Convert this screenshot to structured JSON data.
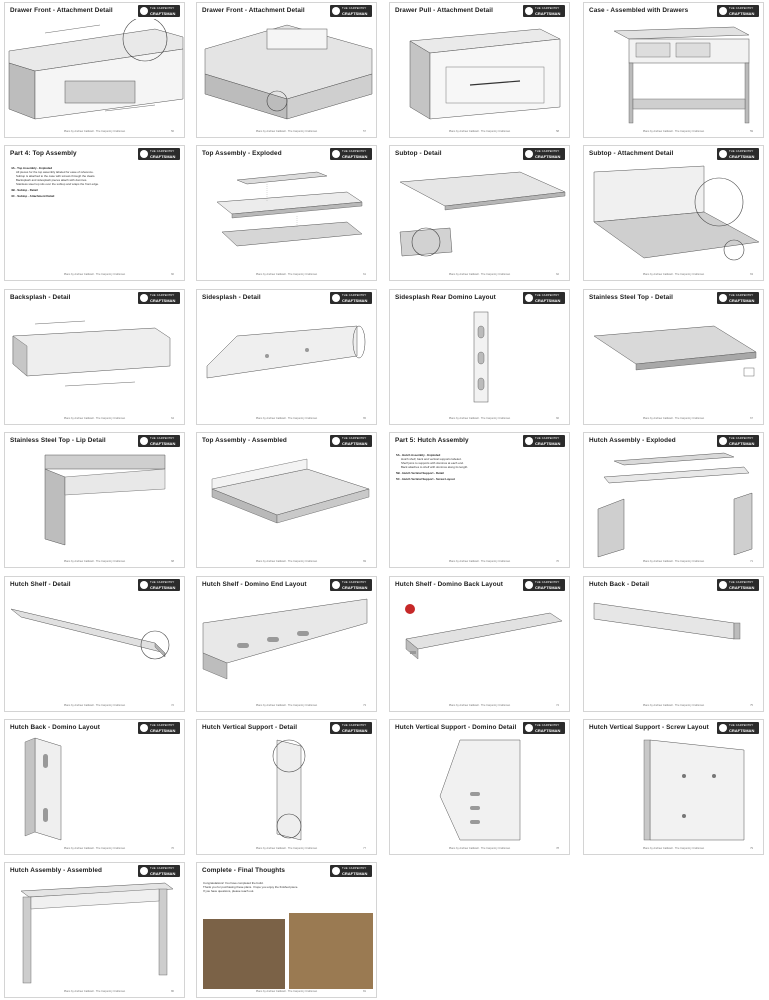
{
  "document": {
    "footer_text": "Plans by Andrew Caldwell · The Carpentry Craftsman",
    "logo": {
      "line1": "THE CARPENTRY",
      "line2": "CRAFTSMAN"
    }
  },
  "pages": [
    {
      "title": "Drawer Front - Attachment Detail",
      "page": "56"
    },
    {
      "title": "Drawer Front - Attachment Detail",
      "page": "57"
    },
    {
      "title": "Drawer Pull - Attachment Detail",
      "page": "58"
    },
    {
      "title": "Case - Assembled with Drawers",
      "page": "59"
    },
    {
      "title": "Part 4: Top Assembly",
      "page": "60"
    },
    {
      "title": "Top Assembly - Exploded",
      "page": "61"
    },
    {
      "title": "Subtop - Detail",
      "page": "62"
    },
    {
      "title": "Subtop - Attachment Detail",
      "page": "63"
    },
    {
      "title": "Backsplash - Detail",
      "page": "64"
    },
    {
      "title": "Sidesplash - Detail",
      "page": "65"
    },
    {
      "title": "Sidesplash Rear Domino Layout",
      "page": "66"
    },
    {
      "title": "Stainless Steel Top - Detail",
      "page": "67"
    },
    {
      "title": "Stainless Steel Top - Lip Detail",
      "page": "68"
    },
    {
      "title": "Top Assembly - Assembled",
      "page": "69"
    },
    {
      "title": "Part 5: Hutch Assembly",
      "page": "70"
    },
    {
      "title": "Hutch Assembly - Exploded",
      "page": "71"
    },
    {
      "title": "Hutch Shelf - Detail",
      "page": "72"
    },
    {
      "title": "Hutch Shelf - Domino End Layout",
      "page": "73"
    },
    {
      "title": "Hutch Shelf - Domino Back Layout",
      "page": "74"
    },
    {
      "title": "Hutch Back - Detail",
      "page": "75"
    },
    {
      "title": "Hutch Back - Domino Layout",
      "page": "76"
    },
    {
      "title": "Hutch Vertical Support - Detail",
      "page": "77"
    },
    {
      "title": "Hutch Vertical Support - Domino Detail",
      "page": "78"
    },
    {
      "title": "Hutch Vertical Support - Screw Layout",
      "page": "79"
    },
    {
      "title": "Hutch Assembly - Assembled",
      "page": "80"
    },
    {
      "title": "Complete - Final Thoughts",
      "page": "81"
    }
  ],
  "part4_text": {
    "h1": "4A - Top Assembly - Exploded",
    "items": [
      "All pieces for the top assembly labeled for ease of reference.",
      "Subtop is attached to the case with screws through the cleats.",
      "Backsplash and sidesplash pieces attach with dominos.",
      "Stainless steel top sits over the subtop and wraps the front edge."
    ],
    "h2": "4B - Subtop - Detail",
    "h3": "4C - Subtop - Attachment Detail"
  },
  "part5_text": {
    "h1": "5A - Hutch Assembly - Exploded",
    "items": [
      "Hutch shelf, back and vertical supports labeled.",
      "Shelf joins to supports with dominos at each end.",
      "Back attaches to shelf with dominos along its length."
    ],
    "h2": "5B - Hutch Vertical Support - Detail",
    "h3": "5C - Hutch Vertical Support - Screw Layout"
  },
  "final_text": {
    "lines": [
      "Congratulations! You have completed the build.",
      "Thank you for purchasing these plans. I hope you enjoy the finished piece.",
      "If you have questions, please reach out."
    ]
  }
}
